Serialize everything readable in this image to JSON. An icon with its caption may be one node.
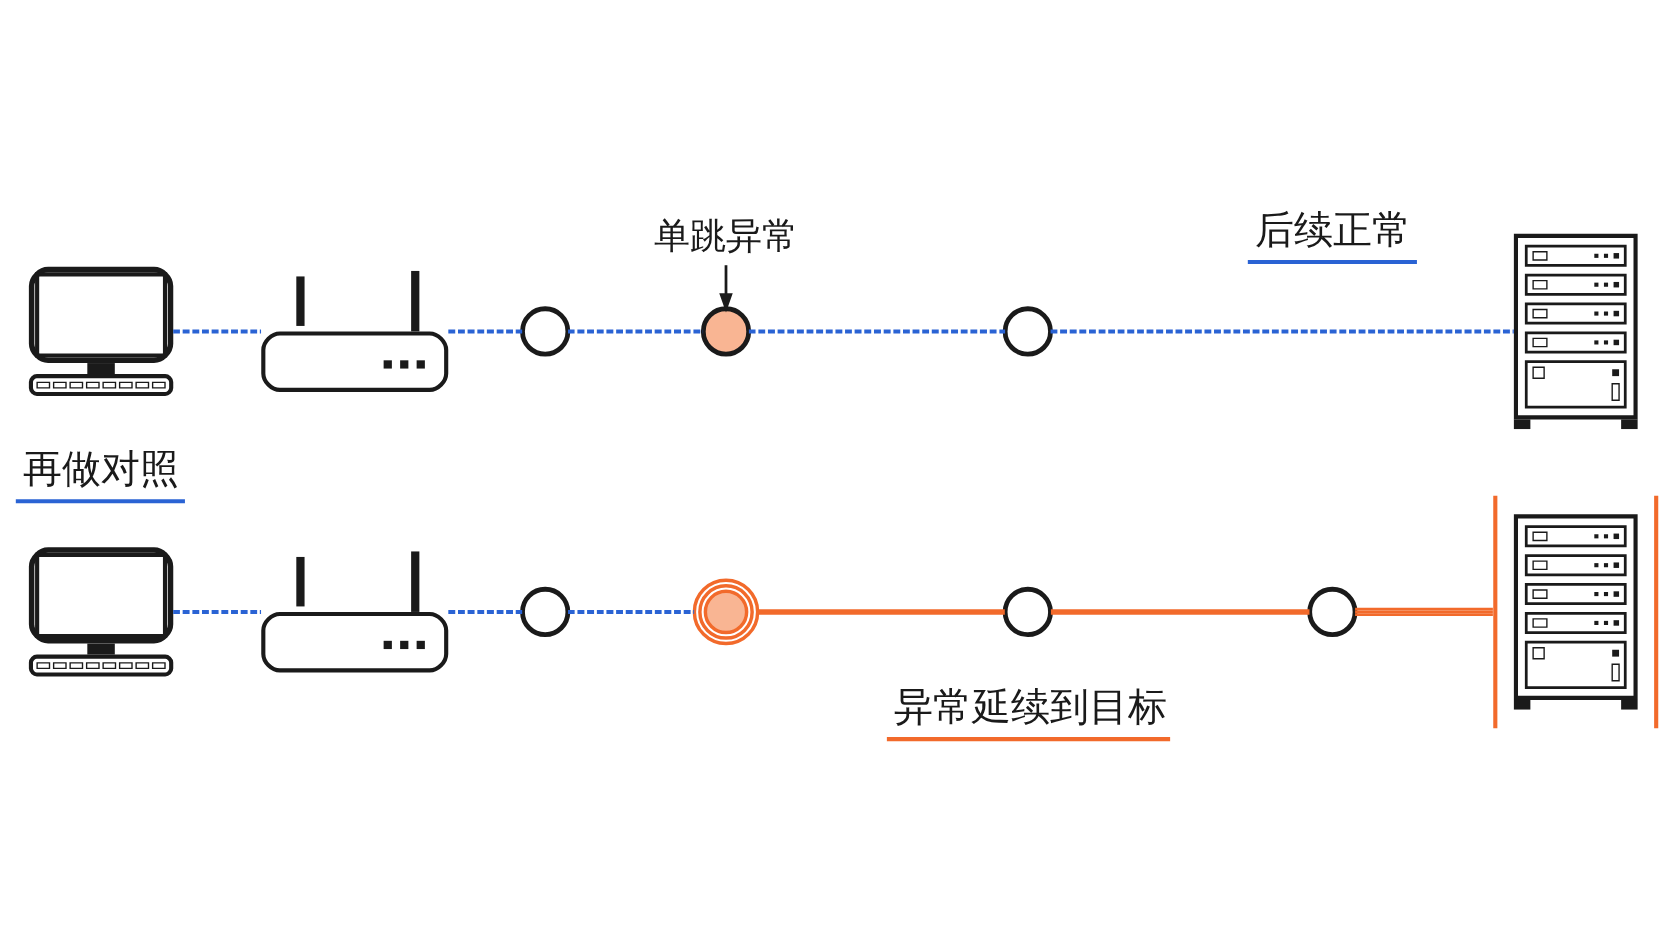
{
  "diagram": {
    "nodes": [
      {
        "text": [
          "单跳异常"
        ]
      },
      {
        "text": [],
        "shape": "picture"
      },
      {
        "text": [],
        "shape": "picture"
      },
      {
        "text": [],
        "shape": "circle"
      },
      {
        "text": [],
        "shape": "circle"
      },
      {
        "text": [],
        "shape": "circle"
      },
      {
        "text": [],
        "shape": "picture"
      },
      {
        "text": [],
        "shape": "picture"
      },
      {
        "text": [],
        "shape": "picture"
      },
      {
        "text": [],
        "shape": "circle"
      },
      {
        "text": [],
        "shape": "circle"
      },
      {
        "text": [],
        "shape": "circle"
      },
      {
        "text": [],
        "shape": "circle"
      },
      {
        "text": [],
        "shape": "picture"
      }
    ],
    "edges": [
      {
        "from": 0,
        "to": 4,
        "arrow": "to",
        "color": "#1a1a1a"
      },
      {
        "from": 1,
        "to": 2,
        "arrow": "none",
        "style": "dashed"
      },
      {
        "from": 2,
        "to": 3,
        "arrow": "none",
        "style": "dashed"
      },
      {
        "from": 3,
        "to": 4,
        "arrow": "none",
        "style": "dashed"
      },
      {
        "from": 4,
        "to": 5,
        "arrow": "none",
        "style": "dashed"
      },
      {
        "from": 5,
        "to": 6,
        "arrow": "none",
        "style": "dashed"
      },
      {
        "from": 7,
        "to": 8,
        "arrow": "none",
        "style": "dashed"
      },
      {
        "from": 8,
        "to": 9,
        "arrow": "none",
        "style": "dashed"
      },
      {
        "from": 9,
        "to": 10,
        "arrow": "none",
        "style": "dashed"
      },
      {
        "from": 10,
        "to": 11,
        "arrow": "none",
        "color": "#f26a2b"
      },
      {
        "from": 11,
        "to": 12,
        "arrow": "none",
        "color": "#f26a2b"
      },
      {
        "from": 12,
        "to": 13,
        "arrow": "none",
        "color": "#f26a2b"
      }
    ],
    "labels": [
      "后续正常",
      "再做对照",
      "异常延续到目标"
    ]
  }
}
